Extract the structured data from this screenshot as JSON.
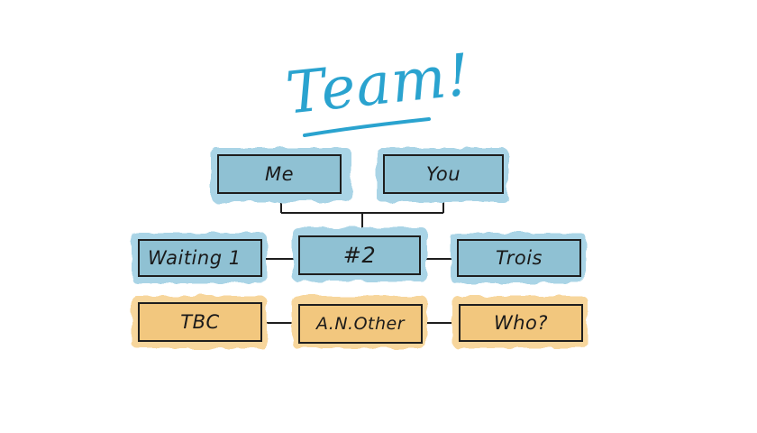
{
  "title": "Team!",
  "colors": {
    "accent": "#2aa3cf",
    "blue_box": "#8fc1d3",
    "blue_wash": "#a9d4e6",
    "yellow_box": "#f2c77e",
    "yellow_wash": "#f7d69c",
    "outline": "#1e1e1e"
  },
  "nodes": {
    "me": "Me",
    "you": "You",
    "waiting": "Waiting 1",
    "two": "#2",
    "trois": "Trois",
    "tbc": "TBC",
    "another": "A.N.Other",
    "who": "Who?"
  }
}
